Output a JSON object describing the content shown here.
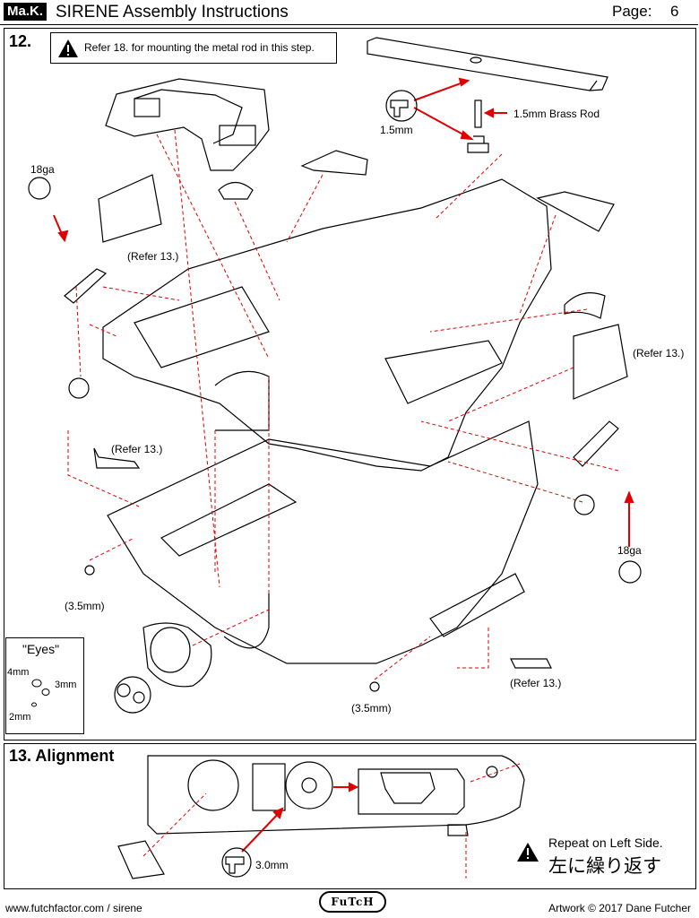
{
  "header": {
    "logo": "Ma.K.",
    "title": "SIRENE Assembly Instructions",
    "page_label": "Page:",
    "page_number": "6"
  },
  "step12": {
    "number": "12.",
    "note": "Refer 18. for mounting the metal rod in this step.",
    "labels": {
      "brass_rod": "1.5mm Brass Rod",
      "drill_size": "1.5mm",
      "wire_left": "18ga",
      "wire_right": "18ga",
      "refer13_a": "(Refer 13.)",
      "refer13_b": "(Refer 13.)",
      "refer13_c": "(Refer 13.)",
      "refer13_d": "(Refer 13.)",
      "bolt_a": "(3.5mm)",
      "bolt_b": "(3.5mm)"
    },
    "eyes": {
      "title": "\"Eyes\"",
      "size_4": "4mm",
      "size_3": "3mm",
      "size_2": "2mm"
    }
  },
  "step13": {
    "title": "13. Alignment",
    "drill_size": "3.0mm",
    "repeat_note": "Repeat on Left Side.",
    "repeat_note_jp": "左に繰り返す"
  },
  "footer": {
    "url": "www.futchfactor.com / sirene",
    "brand": "FuTcH",
    "credit": "Artwork © 2017 Dane Futcher"
  }
}
